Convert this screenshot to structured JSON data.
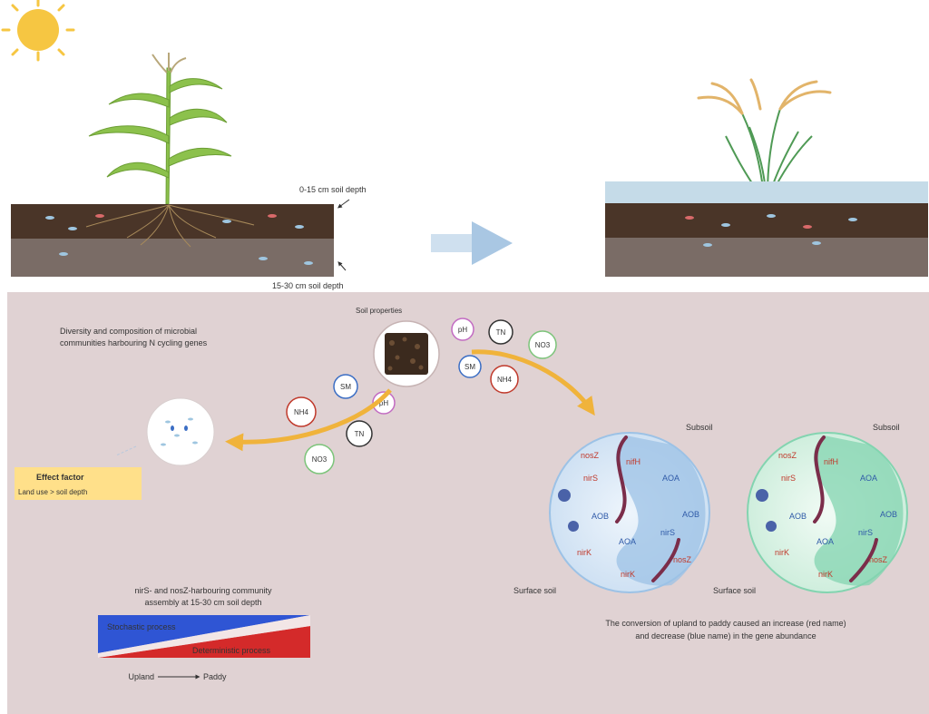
{
  "labels": {
    "depth_top": "0-15 cm soil depth",
    "depth_bottom": "15-30 cm soil depth",
    "soil_properties": "Soil properties",
    "diversity_line1": "Diversity and composition of microbial",
    "diversity_line2": "communities harbouring N cycling genes",
    "effect_factor": "Effect factor",
    "effect_detail": "Land use > soil depth",
    "assembly_line1": "nirS- and nosZ-harbouring community",
    "assembly_line2": "assembly at 15-30 cm soil depth",
    "stochastic": "Stochastic process",
    "deterministic": "Deterministic process",
    "upland": "Upland",
    "paddy": "Paddy",
    "subsoil": "Subsoil",
    "surface_soil": "Surface soil",
    "conversion_line1": "The conversion of upland to paddy caused an increase (red name)",
    "conversion_line2": "and decrease (blue name) in the gene abundance"
  },
  "properties_right": [
    "pH",
    "TN",
    "NO3",
    "SM",
    "NH4"
  ],
  "properties_left": [
    "NH4",
    "SM",
    "pH",
    "TN",
    "NO3"
  ],
  "genes_blue_globe": [
    "nifH",
    "AOA",
    "AOB",
    "nirS",
    "nosZ",
    "nirK",
    "AOB",
    "AOA",
    "nirS",
    "nirK",
    "nosZ"
  ],
  "genes_green_globe": [
    "nifH",
    "AOA",
    "AOB",
    "nirS",
    "nosZ",
    "nirK",
    "AOB",
    "AOA",
    "nirS",
    "nirK",
    "nosZ"
  ],
  "colors": {
    "panel_bg": "#e0d2d3",
    "topsoil": "#4a3528",
    "subsoil": "#7a6c66",
    "water": "#c5dbe8",
    "sun": "#f6c642",
    "arrow_orange": "#f0b33b",
    "arrow_blue": "#a9c7e3",
    "blue_globe": "#9cc2e6",
    "green_globe": "#83d4b0",
    "red_gene": "#c0392b",
    "blue_gene": "#2f5aa8",
    "stochastic_blue": "#2f55d4",
    "deterministic_red": "#d42a2a",
    "effect_box": "#ffe08a"
  }
}
